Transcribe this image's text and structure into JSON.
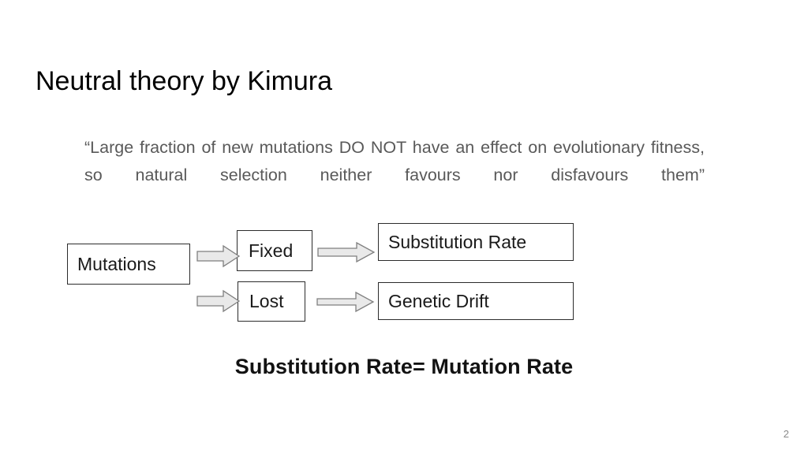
{
  "slide": {
    "title": "Neutral theory by Kimura",
    "quote": "“Large fraction of new mutations DO NOT have an effect on evolutionary fitness, so natural selection neither favours nor disfavours them”",
    "equation": "Substitution Rate= Mutation Rate",
    "page_number": "2",
    "background_color": "#ffffff",
    "title_color": "#000000",
    "quote_color": "#595959",
    "equation_color": "#121212",
    "page_number_color": "#8a8a8a"
  },
  "diagram": {
    "box_border_color": "#2b2b2b",
    "box_fill_color": "#ffffff",
    "arrow_fill_color": "#e9e9e9",
    "arrow_stroke_color": "#7f7f7f",
    "nodes": [
      {
        "id": "mutations",
        "label": "Mutations"
      },
      {
        "id": "fixed",
        "label": "Fixed"
      },
      {
        "id": "lost",
        "label": "Lost"
      },
      {
        "id": "substitution-rate",
        "label": "Substitution Rate"
      },
      {
        "id": "genetic-drift",
        "label": "Genetic Drift"
      }
    ],
    "arrows": [
      {
        "id": "mutations-to-fixed",
        "from": "mutations",
        "to": "fixed"
      },
      {
        "id": "mutations-to-lost",
        "from": "mutations",
        "to": "lost"
      },
      {
        "id": "fixed-to-substitution-rate",
        "from": "fixed",
        "to": "substitution-rate"
      },
      {
        "id": "lost-to-genetic-drift",
        "from": "lost",
        "to": "genetic-drift"
      }
    ]
  }
}
